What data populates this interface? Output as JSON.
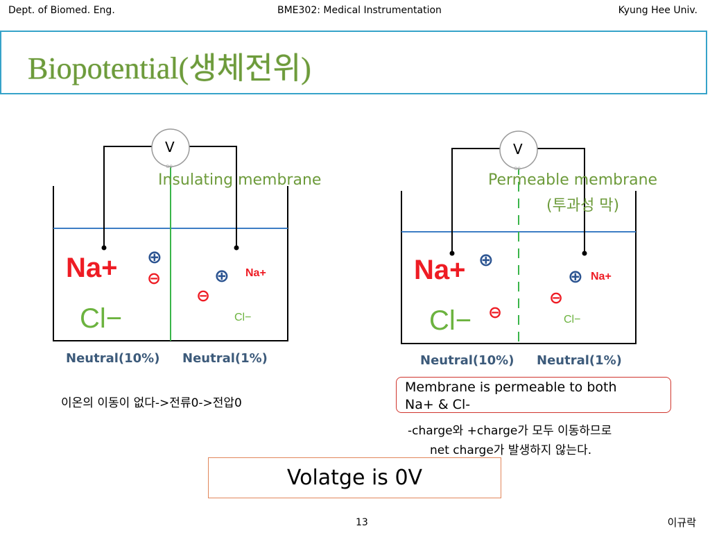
{
  "header": {
    "left": "Dept. of Biomed. Eng.",
    "center": "BME302: Medical Instrumentation",
    "right": "Kyung Hee Univ."
  },
  "title": "Biopotential(생체전위)",
  "left_diagram": {
    "voltmeter_label": "V",
    "voltmeter_sub": "DC",
    "membrane_label": "Insulating membrane",
    "na_big": "Na+",
    "cl_big": "Cl−",
    "na_small": "Na+",
    "cl_small": "Cl−",
    "pos_symbol": "⊕",
    "neg_symbol": "⊖",
    "neutral_left": "Neutral(10%)",
    "neutral_right": "Neutral(1%)",
    "note": "이온의 이동이 없다->전류0->전압0"
  },
  "right_diagram": {
    "voltmeter_label": "V",
    "voltmeter_sub": "DC",
    "membrane_label": "Permeable membrane",
    "membrane_label_ko": "(투과성 막)",
    "na_big": "Na+",
    "cl_big": "Cl−",
    "na_small": "Na+",
    "cl_small": "Cl−",
    "pos_symbol": "⊕",
    "neg_symbol": "⊖",
    "neutral_left": "Neutral(10%)",
    "neutral_right": "Neutral(1%)",
    "permeable_box_line1": "Membrane is permeable to both",
    "permeable_box_line2": "Na+ & Cl-",
    "note_line1": "-charge와 +charge가 모두 이동하므로",
    "note_line2": "net charge가 발생하지 않는다."
  },
  "voltage_box": "Volatge is 0V",
  "footer": {
    "page_number": "13",
    "author": "이규락"
  },
  "colors": {
    "accent_blue": "#36a3c9",
    "title_green": "#6d9b3b",
    "na_red": "#ee1c24",
    "cl_green": "#6cb33f",
    "membrane_green": "#3ab54a",
    "water_blue": "#3c7dc4"
  }
}
